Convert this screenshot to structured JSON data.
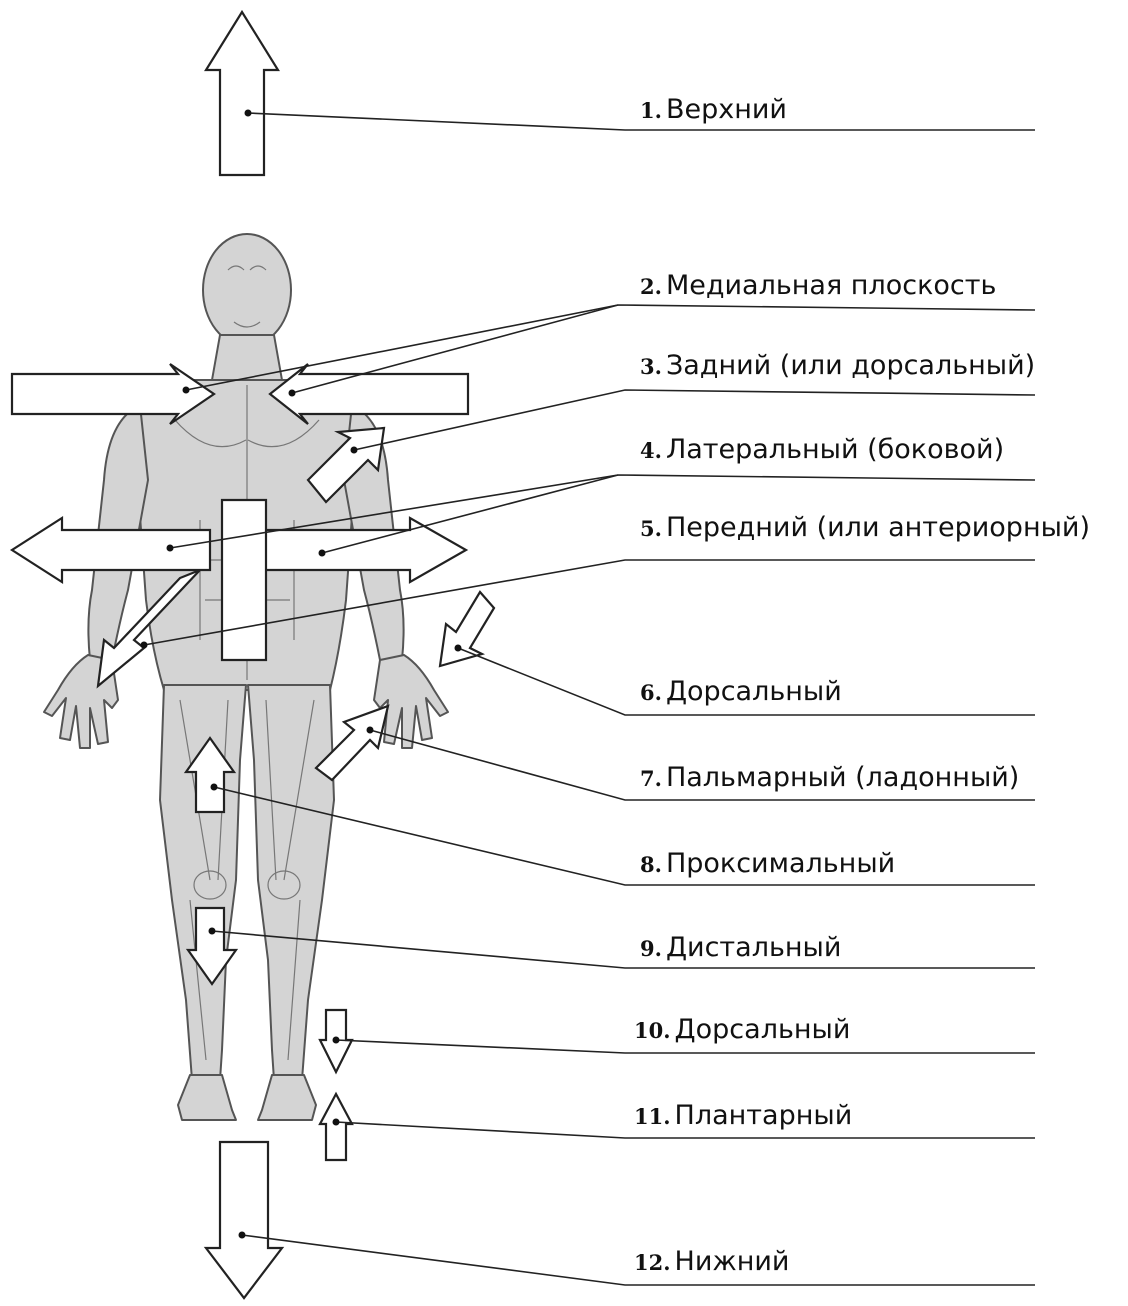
{
  "labels": [
    {
      "number": "1.",
      "text": "Верхний"
    },
    {
      "number": "2.",
      "text": "Медиальная плоскость"
    },
    {
      "number": "3.",
      "text": "Задний (или дорсальный)"
    },
    {
      "number": "4.",
      "text": "Латеральный (боковой)"
    },
    {
      "number": "5.",
      "text": "Передний (или антериорный)"
    },
    {
      "number": "6.",
      "text": "Дорсальный"
    },
    {
      "number": "7.",
      "text": "Пальмарный (ладонный)"
    },
    {
      "number": "8.",
      "text": "Проксимальный"
    },
    {
      "number": "9.",
      "text": "Дистальный"
    },
    {
      "number": "10.",
      "text": "Дорсальный"
    },
    {
      "number": "11.",
      "text": "Плантарный"
    },
    {
      "number": "12.",
      "text": "Нижний"
    }
  ],
  "colors": {
    "body_fill": "#d4d4d4",
    "body_stroke": "#555555",
    "line": "#222222",
    "arrow_fill": "#ffffff"
  }
}
